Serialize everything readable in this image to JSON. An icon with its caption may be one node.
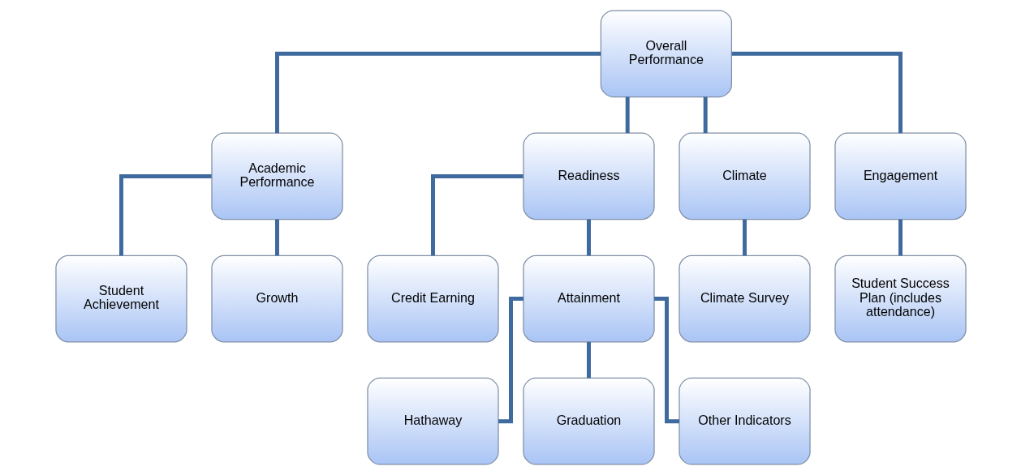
{
  "diagram": {
    "nodes": [
      {
        "text": [
          "Overall Performance"
        ]
      },
      {
        "text": [
          "Academic Performance"
        ]
      },
      {
        "text": [
          "Readiness"
        ]
      },
      {
        "text": [
          "Climate"
        ]
      },
      {
        "text": [
          "Engagement"
        ]
      },
      {
        "text": [
          "Student Achievement"
        ]
      },
      {
        "text": [
          "Growth"
        ]
      },
      {
        "text": [
          "Credit Earning"
        ]
      },
      {
        "text": [
          "Attainment"
        ]
      },
      {
        "text": [
          "Hathaway"
        ]
      },
      {
        "text": [
          "Graduation"
        ]
      },
      {
        "text": [
          "Other Indicators"
        ]
      },
      {
        "text": [
          "Climate Survey"
        ]
      },
      {
        "text": [
          "Student Success Plan (includes attendance)"
        ]
      }
    ],
    "edges": [
      {
        "from": 0,
        "to": 1,
        "arrow": "none"
      },
      {
        "from": 0,
        "to": 2,
        "arrow": "none"
      },
      {
        "from": 0,
        "to": 3,
        "arrow": "none"
      },
      {
        "from": 0,
        "to": 4,
        "arrow": "none"
      },
      {
        "from": 1,
        "to": 5,
        "arrow": "none"
      },
      {
        "from": 1,
        "to": 6,
        "arrow": "none"
      },
      {
        "from": 2,
        "to": 7,
        "arrow": "none"
      },
      {
        "from": 2,
        "to": 8,
        "arrow": "none"
      },
      {
        "from": 8,
        "to": 9,
        "arrow": "none"
      },
      {
        "from": 8,
        "to": 10,
        "arrow": "none"
      },
      {
        "from": 8,
        "to": 11,
        "arrow": "none"
      },
      {
        "from": 3,
        "to": 12,
        "arrow": "none"
      },
      {
        "from": 4,
        "to": 13,
        "arrow": "none"
      }
    ]
  }
}
